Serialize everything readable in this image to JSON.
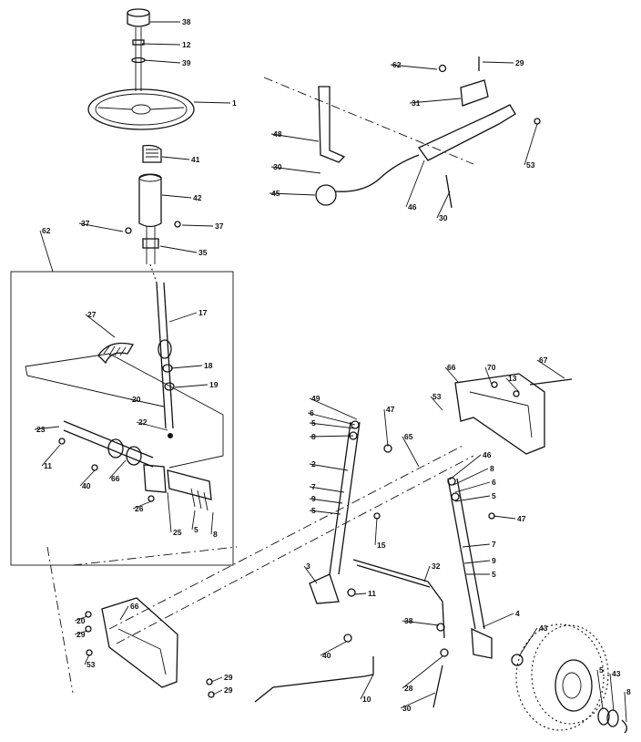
{
  "diagram": {
    "callouts": [
      {
        "id": "c-38a",
        "text": "38"
      },
      {
        "id": "c-12",
        "text": "12"
      },
      {
        "id": "c-39",
        "text": "39"
      },
      {
        "id": "c-1",
        "text": "1"
      },
      {
        "id": "c-41",
        "text": "41"
      },
      {
        "id": "c-42",
        "text": "42"
      },
      {
        "id": "c-37a",
        "text": "37"
      },
      {
        "id": "c-37b",
        "text": "37"
      },
      {
        "id": "c-35",
        "text": "35"
      },
      {
        "id": "c-62a",
        "text": "62"
      },
      {
        "id": "c-27",
        "text": "27"
      },
      {
        "id": "c-17",
        "text": "17"
      },
      {
        "id": "c-18",
        "text": "18"
      },
      {
        "id": "c-19",
        "text": "19"
      },
      {
        "id": "c-20a",
        "text": "20"
      },
      {
        "id": "c-22",
        "text": "22"
      },
      {
        "id": "c-23",
        "text": "23"
      },
      {
        "id": "c-11a",
        "text": "11"
      },
      {
        "id": "c-40a",
        "text": "40"
      },
      {
        "id": "c-66a",
        "text": "66"
      },
      {
        "id": "c-26",
        "text": "26"
      },
      {
        "id": "c-25",
        "text": "25"
      },
      {
        "id": "c-5a",
        "text": "5"
      },
      {
        "id": "c-8a",
        "text": "8"
      },
      {
        "id": "c-62b",
        "text": "62"
      },
      {
        "id": "c-29a",
        "text": "29"
      },
      {
        "id": "c-31",
        "text": "31"
      },
      {
        "id": "c-48",
        "text": "48"
      },
      {
        "id": "c-30a",
        "text": "30"
      },
      {
        "id": "c-45",
        "text": "45"
      },
      {
        "id": "c-46a",
        "text": "46"
      },
      {
        "id": "c-30b",
        "text": "30"
      },
      {
        "id": "c-53a",
        "text": "53"
      },
      {
        "id": "c-66b",
        "text": "66"
      },
      {
        "id": "c-70",
        "text": "70"
      },
      {
        "id": "c-67",
        "text": "67"
      },
      {
        "id": "c-13",
        "text": "13"
      },
      {
        "id": "c-53b",
        "text": "53"
      },
      {
        "id": "c-49",
        "text": "49"
      },
      {
        "id": "c-6a",
        "text": "6"
      },
      {
        "id": "c-5b",
        "text": "5"
      },
      {
        "id": "c-8b",
        "text": "8"
      },
      {
        "id": "c-47a",
        "text": "47"
      },
      {
        "id": "c-65",
        "text": "65"
      },
      {
        "id": "c-2",
        "text": "2"
      },
      {
        "id": "c-7a",
        "text": "7"
      },
      {
        "id": "c-9a",
        "text": "9"
      },
      {
        "id": "c-5c",
        "text": "5"
      },
      {
        "id": "c-15",
        "text": "15"
      },
      {
        "id": "c-46b",
        "text": "46"
      },
      {
        "id": "c-8c",
        "text": "8"
      },
      {
        "id": "c-6b",
        "text": "6"
      },
      {
        "id": "c-5d",
        "text": "5"
      },
      {
        "id": "c-47b",
        "text": "47"
      },
      {
        "id": "c-7b",
        "text": "7"
      },
      {
        "id": "c-9b",
        "text": "9"
      },
      {
        "id": "c-5e",
        "text": "5"
      },
      {
        "id": "c-3",
        "text": "3"
      },
      {
        "id": "c-32",
        "text": "32"
      },
      {
        "id": "c-11b",
        "text": "11"
      },
      {
        "id": "c-4",
        "text": "4"
      },
      {
        "id": "c-66c",
        "text": "66"
      },
      {
        "id": "c-20b",
        "text": "20"
      },
      {
        "id": "c-29b",
        "text": "29"
      },
      {
        "id": "c-53c",
        "text": "53"
      },
      {
        "id": "c-38b",
        "text": "38"
      },
      {
        "id": "c-43a",
        "text": "43"
      },
      {
        "id": "c-40b",
        "text": "40"
      },
      {
        "id": "c-28",
        "text": "28"
      },
      {
        "id": "c-29c",
        "text": "29"
      },
      {
        "id": "c-29d",
        "text": "29"
      },
      {
        "id": "c-10",
        "text": "10"
      },
      {
        "id": "c-30c",
        "text": "30"
      },
      {
        "id": "c-5f",
        "text": "5"
      },
      {
        "id": "c-43b",
        "text": "43"
      },
      {
        "id": "c-8d",
        "text": "8"
      }
    ]
  }
}
